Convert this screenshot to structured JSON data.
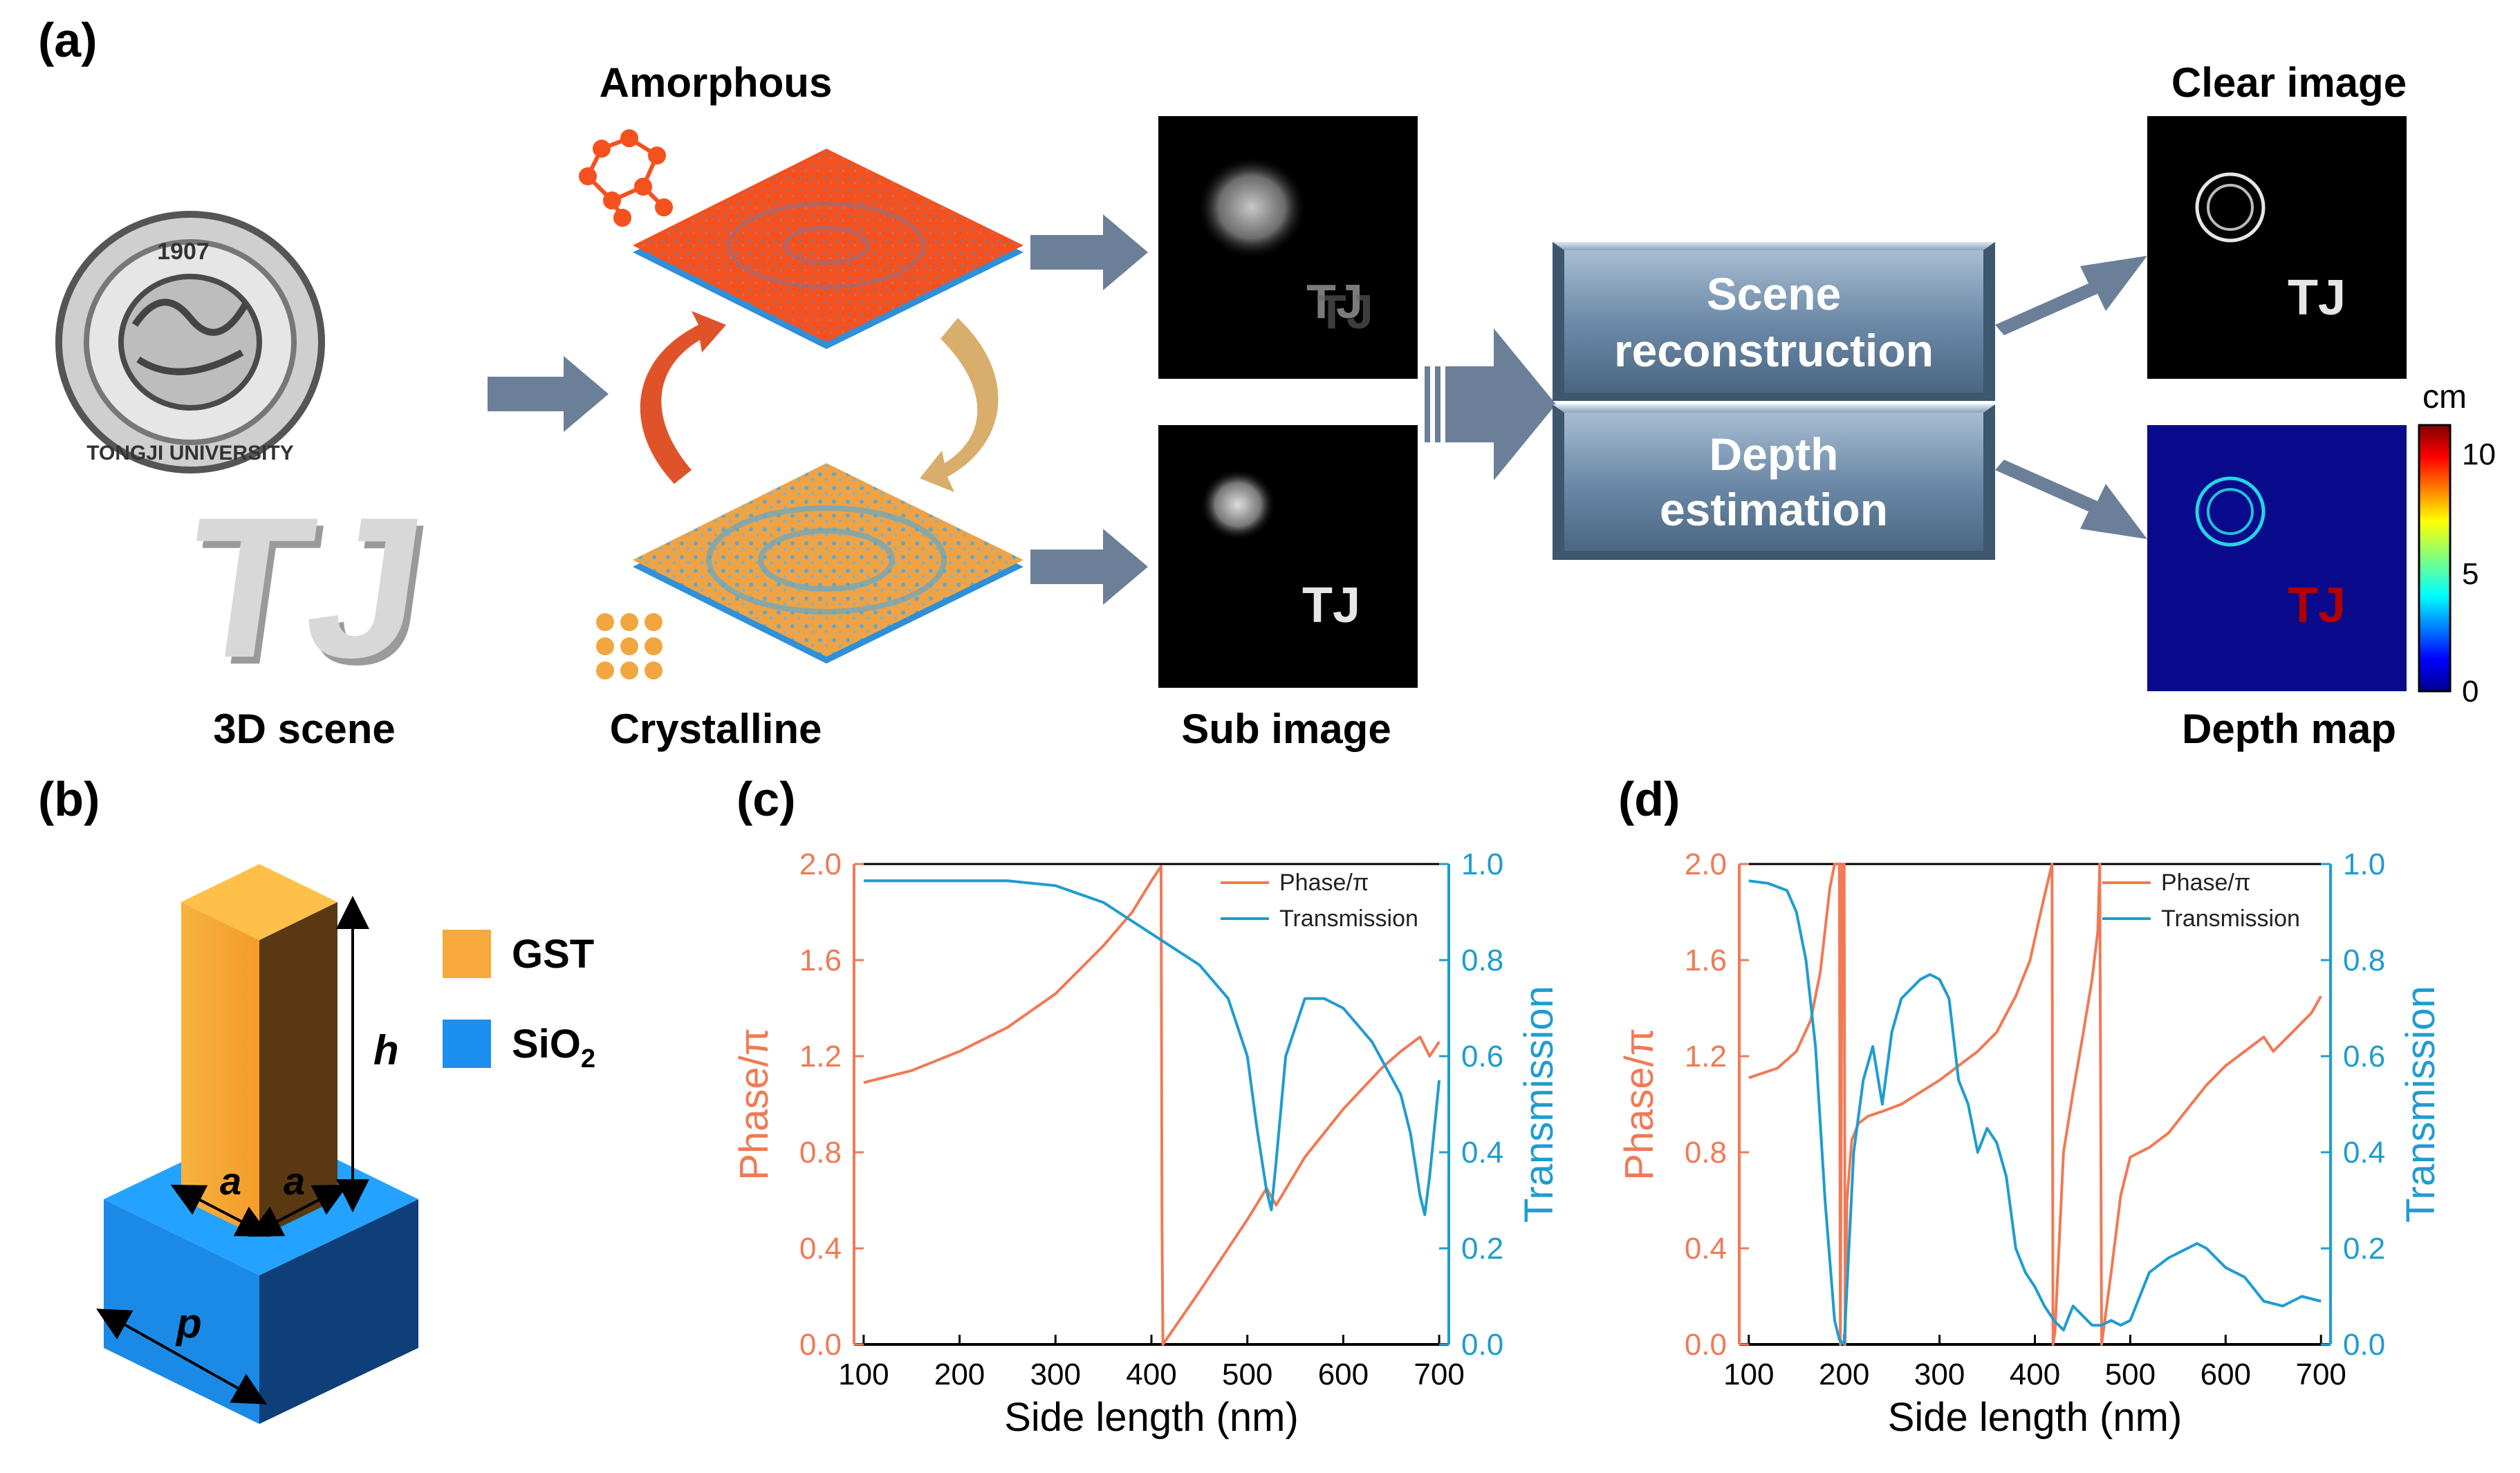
{
  "panel_a": {
    "label": "(a)",
    "scene_caption": "3D scene",
    "scene_letters": "TJ",
    "seal_text": "TONGJI UNIVERSITY",
    "seal_year": "1907",
    "amorphous_label": "Amorphous",
    "crystalline_label": "Crystalline",
    "sub_image_label": "Sub image",
    "sub_image_letters": "TJ",
    "reconstruction_label_1": "Scene",
    "reconstruction_label_2": "reconstruction",
    "depth_label_1": "Depth",
    "depth_label_2": "estimation",
    "clear_image_label": "Clear image",
    "clear_image_letters": "TJ",
    "depth_map_label": "Depth map",
    "depth_map_letters": "TJ",
    "colorbar_unit": "cm",
    "colorbar_ticks": [
      "10",
      "5",
      "0"
    ],
    "colors": {
      "amorphous": "#f4511e",
      "crystalline": "#f2a640",
      "arrow": "#6b7f99",
      "substrate": "#2f8fd8",
      "depth_bg": "#0a0a8c"
    }
  },
  "panel_b": {
    "label": "(b)",
    "legend": [
      {
        "name": "GST",
        "color": "#f7a93b"
      },
      {
        "name": "SiO",
        "sub": "2",
        "color": "#1c8ff0"
      }
    ],
    "dim_h": "h",
    "dim_a1": "a",
    "dim_a2": "a",
    "dim_p": "p"
  },
  "chart_data": [
    {
      "panel": "(c)",
      "type": "line",
      "xlabel": "Side length (nm)",
      "ylabel_left": "Phase/π",
      "ylabel_right": "Transmission",
      "xlim": [
        90,
        710
      ],
      "ylim_left": [
        0,
        2.0
      ],
      "ylim_right": [
        0,
        1.0
      ],
      "xticks": [
        "100",
        "200",
        "300",
        "400",
        "500",
        "600",
        "700"
      ],
      "yticks_left": [
        "0.0",
        "0.4",
        "0.8",
        "1.2",
        "1.6",
        "2.0"
      ],
      "yticks_right": [
        "0.0",
        "0.2",
        "0.4",
        "0.6",
        "0.8",
        "1.0"
      ],
      "grid": false,
      "legend_position": "top-right",
      "series": [
        {
          "name": "Phase/π",
          "axis": "left",
          "color": "#f07a55",
          "x": [
            100,
            150,
            200,
            250,
            300,
            350,
            380,
            400,
            410,
            411,
            412,
            450,
            500,
            520,
            530,
            560,
            600,
            640,
            660,
            680,
            690,
            700
          ],
          "y": [
            1.09,
            1.14,
            1.22,
            1.32,
            1.46,
            1.66,
            1.8,
            1.93,
            1.99,
            0.5,
            0.0,
            0.22,
            0.52,
            0.65,
            0.58,
            0.78,
            0.98,
            1.15,
            1.22,
            1.28,
            1.2,
            1.26
          ]
        },
        {
          "name": "Transmission",
          "axis": "right",
          "color": "#1f9cd0",
          "x": [
            100,
            200,
            250,
            300,
            350,
            400,
            450,
            480,
            500,
            510,
            520,
            525,
            530,
            540,
            560,
            580,
            600,
            630,
            660,
            670,
            680,
            685,
            690,
            700
          ],
          "y": [
            0.965,
            0.965,
            0.965,
            0.955,
            0.92,
            0.855,
            0.79,
            0.72,
            0.6,
            0.45,
            0.32,
            0.28,
            0.38,
            0.6,
            0.72,
            0.72,
            0.7,
            0.63,
            0.52,
            0.44,
            0.31,
            0.27,
            0.35,
            0.55
          ]
        }
      ]
    },
    {
      "panel": "(d)",
      "type": "line",
      "xlabel": "Side length (nm)",
      "ylabel_left": "Phase/π",
      "ylabel_right": "Transmission",
      "xlim": [
        90,
        710
      ],
      "ylim_left": [
        0,
        2.0
      ],
      "ylim_right": [
        0,
        1.0
      ],
      "xticks": [
        "100",
        "200",
        "300",
        "400",
        "500",
        "600",
        "700"
      ],
      "yticks_left": [
        "0.0",
        "0.4",
        "0.8",
        "1.2",
        "1.6",
        "2.0"
      ],
      "yticks_right": [
        "0.0",
        "0.2",
        "0.4",
        "0.6",
        "0.8",
        "1.0"
      ],
      "grid": false,
      "legend_position": "top-right",
      "series": [
        {
          "name": "Phase/π",
          "axis": "left",
          "color": "#f07a55",
          "x": [
            100,
            130,
            150,
            165,
            175,
            185,
            190,
            195,
            196,
            198,
            200,
            201,
            203,
            208,
            215,
            225,
            240,
            260,
            280,
            300,
            320,
            340,
            360,
            380,
            395,
            405,
            412,
            418,
            419,
            421,
            430,
            440,
            450,
            460,
            466,
            468,
            470,
            480,
            490,
            500,
            520,
            540,
            560,
            580,
            600,
            620,
            640,
            650,
            670,
            690,
            700
          ],
          "y": [
            1.11,
            1.15,
            1.22,
            1.35,
            1.55,
            1.9,
            2.0,
            2.0,
            0.0,
            2.0,
            2.0,
            0.0,
            0.6,
            0.85,
            0.92,
            0.95,
            0.97,
            1.0,
            1.05,
            1.1,
            1.16,
            1.22,
            1.3,
            1.45,
            1.6,
            1.78,
            1.9,
            2.0,
            0.0,
            0.05,
            0.8,
            1.05,
            1.28,
            1.52,
            1.72,
            2.0,
            0.0,
            0.3,
            0.62,
            0.78,
            0.82,
            0.88,
            0.98,
            1.08,
            1.16,
            1.22,
            1.28,
            1.22,
            1.3,
            1.38,
            1.45
          ]
        },
        {
          "name": "Transmission",
          "axis": "right",
          "color": "#1f9cd0",
          "x": [
            100,
            120,
            140,
            150,
            160,
            170,
            180,
            190,
            195,
            200,
            205,
            210,
            220,
            230,
            240,
            250,
            260,
            270,
            280,
            290,
            300,
            310,
            320,
            330,
            340,
            350,
            360,
            370,
            380,
            390,
            400,
            410,
            420,
            430,
            440,
            450,
            460,
            470,
            480,
            490,
            500,
            520,
            540,
            560,
            570,
            580,
            600,
            620,
            640,
            660,
            680,
            700
          ],
          "y": [
            0.965,
            0.96,
            0.945,
            0.9,
            0.8,
            0.62,
            0.3,
            0.05,
            0.01,
            0.0,
            0.2,
            0.4,
            0.55,
            0.62,
            0.5,
            0.65,
            0.72,
            0.74,
            0.76,
            0.77,
            0.76,
            0.72,
            0.55,
            0.5,
            0.4,
            0.45,
            0.42,
            0.35,
            0.2,
            0.15,
            0.12,
            0.08,
            0.05,
            0.03,
            0.08,
            0.06,
            0.04,
            0.04,
            0.05,
            0.04,
            0.05,
            0.15,
            0.18,
            0.2,
            0.21,
            0.2,
            0.16,
            0.14,
            0.09,
            0.08,
            0.1,
            0.09
          ]
        }
      ]
    }
  ]
}
